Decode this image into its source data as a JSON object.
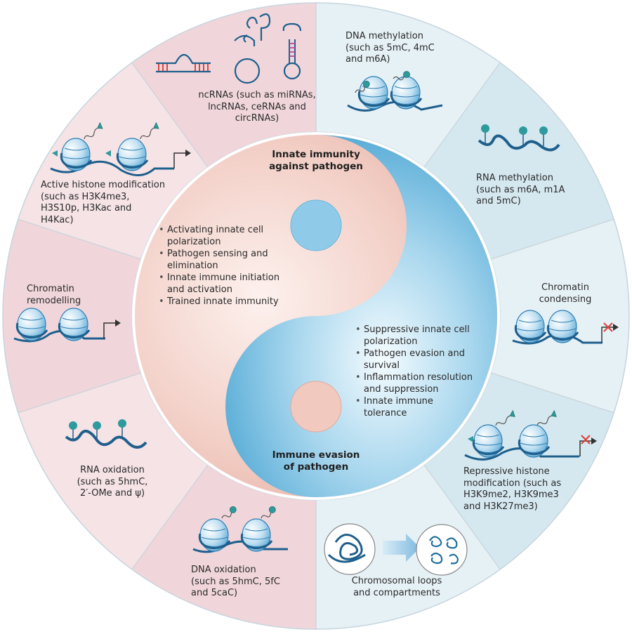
{
  "sectors": {
    "ncrna": "ncRNAs (such as miRNAs,\nlncRNAs, ceRNAs and\ncircRNAs)",
    "dna_methylation": "DNA methylation\n(such as 5mC, 4mC\nand m6A)",
    "rna_methylation": "RNA methylation\n(such as m6A, m1A\nand 5mC)",
    "chromatin_condensing": "Chromatin\ncondensing",
    "repressive_histone": "Repressive histone\nmodification (such as\nH3K9me2, H3K9me3\nand H3K27me3)",
    "chromosomal_loops": "Chromosomal loops\nand compartments",
    "dna_oxidation": "DNA oxidation\n(such as 5hmC, 5fC\nand 5caC)",
    "rna_oxidation": "RNA oxidation\n(such as 5hmC,\n2′-OMe and ψ)",
    "chromatin_remodelling": "Chromatin\nremodelling",
    "active_histone": "Active histone modification\n(such as H3K4me3,\nH3S10p, H3Kac and\nH4Kac)"
  },
  "center": {
    "top_title": "Innate immunity\nagainst pathogen",
    "bottom_title": "Immune evasion\nof pathogen",
    "left_items": [
      "Activating innate cell\npolarization",
      "Pathogen sensing and\nelimination",
      "Innate immune initiation\nand activation",
      "Trained innate immunity"
    ],
    "right_items": [
      "Suppressive innate cell\npolarization",
      "Pathogen evasion and\nsurvival",
      "Inflammation resolution\nand suppression",
      "Innate immune\ntolerance"
    ]
  },
  "colors": {
    "pink_outer": "#f5e3e6",
    "pink_outer_alt": "#f0d6db",
    "blue_outer": "#e6f1f6",
    "blue_outer_alt": "#d5e8f0",
    "yang_pink": "#e8b2a8",
    "yin_blue": "#5fb3da",
    "ink_blue": "#1f6f9c",
    "teal": "#2f9a9c",
    "red_mark": "#d9453f"
  }
}
